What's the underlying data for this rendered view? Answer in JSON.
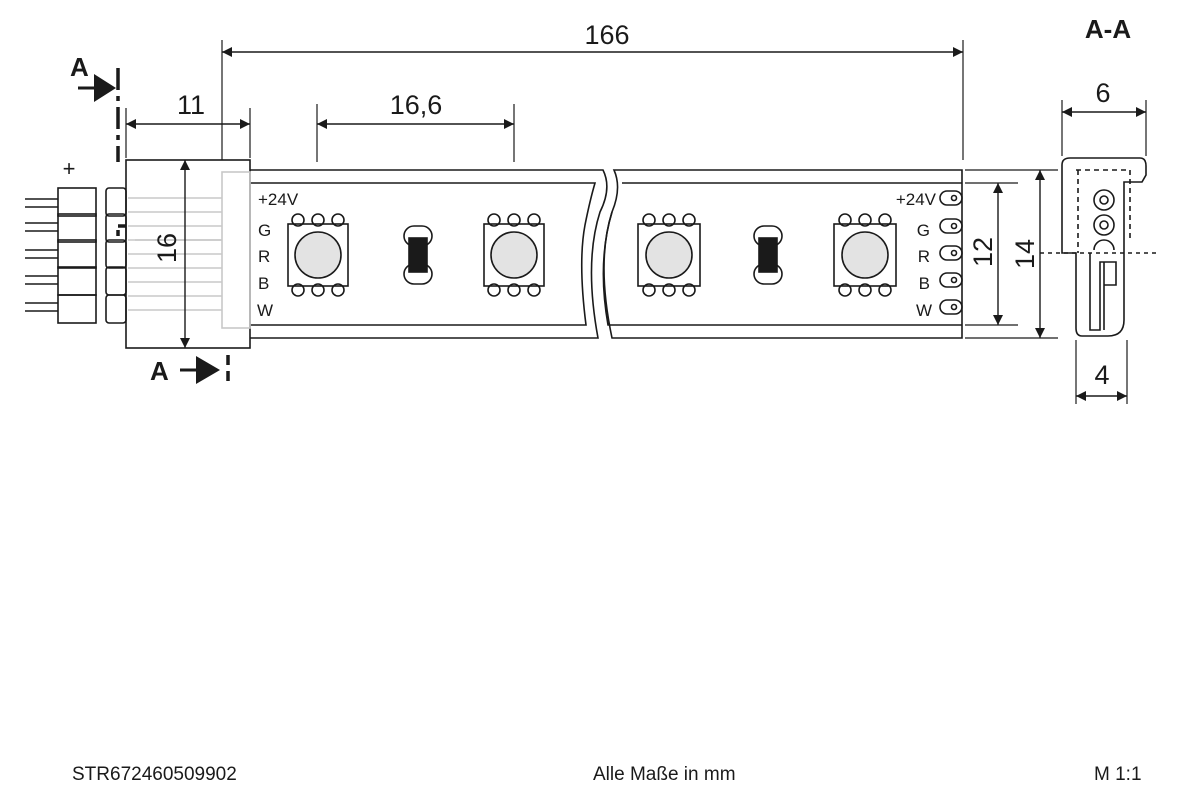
{
  "dimensions": {
    "total_length": "166",
    "connector_length": "11",
    "led_pitch": "16,6",
    "connector_height": "16",
    "strip_inner_width": "12",
    "strip_width": "14",
    "section_width": "6",
    "section_height": "4"
  },
  "section": {
    "marker": "A",
    "title": "A-A"
  },
  "polarity": "+",
  "pin_labels_left": [
    "+24V",
    "G",
    "R",
    "B",
    "W"
  ],
  "pin_labels_right": [
    "+24V",
    "G",
    "R",
    "B",
    "W"
  ],
  "footer": {
    "article_number": "STR672460509902",
    "units_note": "Alle Maße in mm",
    "scale": "M 1:1"
  }
}
